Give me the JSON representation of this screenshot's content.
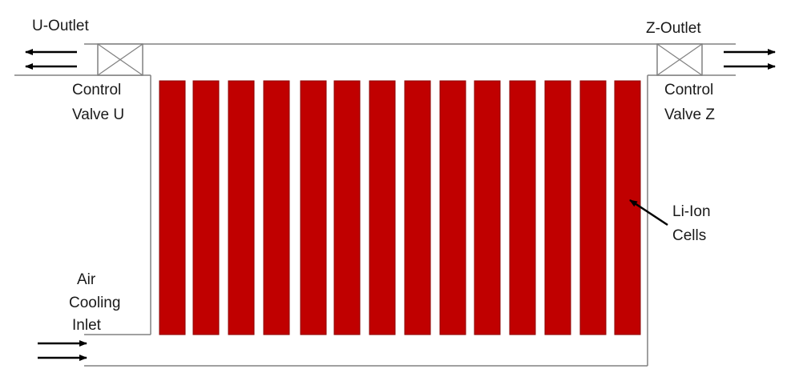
{
  "labels": {
    "u_outlet": "U-Outlet",
    "z_outlet": "Z-Outlet",
    "valve_u_line1": "Control",
    "valve_u_line2": "Valve U",
    "valve_z_line1": "Control",
    "valve_z_line2": "Valve Z",
    "cells_line1": "Li-Ion",
    "cells_line2": "Cells",
    "inlet_line1": "Air",
    "inlet_line2": "Cooling",
    "inlet_line3": "Inlet"
  },
  "cell_count": 14,
  "colors": {
    "cell_fill": "#c00000",
    "cell_stroke": "#8b0000",
    "line": "#808080",
    "arrow": "#000000"
  }
}
